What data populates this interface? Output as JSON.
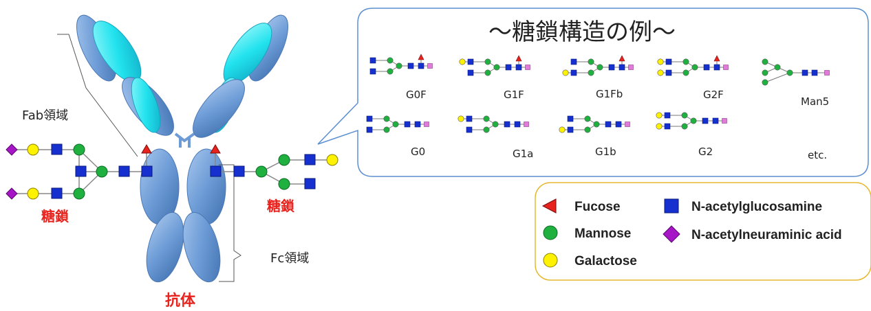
{
  "antibody": {
    "fab_label": "Fab領域",
    "fc_label": "Fc領域",
    "antibody_label": "抗体",
    "glycan_label_left": "糖鎖",
    "glycan_label_right": "糖鎖"
  },
  "examples": {
    "title": "〜糖鎖構造の例〜",
    "structures": [
      "G0F",
      "G1F",
      "G1Fb",
      "G2F",
      "Man5",
      "G0",
      "G1a",
      "G1b",
      "G2",
      "etc."
    ]
  },
  "legend": {
    "items": [
      {
        "name": "fucose",
        "label": "Fucose",
        "shape": "triangle",
        "color": "#e8231e"
      },
      {
        "name": "mannose",
        "label": "Mannose",
        "shape": "circle",
        "color": "#1fb040"
      },
      {
        "name": "galactose",
        "label": "Galactose",
        "shape": "circle",
        "color": "#fff200"
      },
      {
        "name": "n-acetylglucosamine",
        "label": "N-acetylglucosamine",
        "shape": "square",
        "color": "#1630d0"
      },
      {
        "name": "n-acetylneuraminic-acid",
        "label": "N-acetylneuraminic acid",
        "shape": "diamond",
        "color": "#a616c6"
      }
    ]
  },
  "colors": {
    "antibody_blue": "#6c9bd6",
    "antibody_cyan": "#22e3ee",
    "bubble_border": "#5b8fd0",
    "legend_border": "#e6b830"
  }
}
